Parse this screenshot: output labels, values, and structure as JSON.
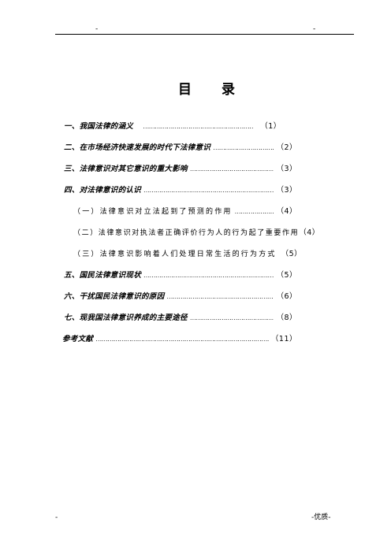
{
  "header": {
    "left_mark": "-",
    "right_mark": "-"
  },
  "title": {
    "char1": "目",
    "char2": "录"
  },
  "toc": [
    {
      "text": "一、我国法律的涵义",
      "page": "（1）"
    },
    {
      "text": "二、在市场经济快速发展的时代下法律意识",
      "page": "（2）"
    },
    {
      "text": "三、法律意识对其它意识的重大影响",
      "page": "（3）"
    },
    {
      "text": "四、对法律意识的认识",
      "page": "（3）"
    },
    {
      "text": "（一）法律意识对立法起到了预测的作用",
      "page": "（4）"
    },
    {
      "text": "（二）法律意识对执法者正确评价行为人的行为起了重要作用",
      "page": "（4）"
    },
    {
      "text": "（三）法律意识影响着人们处理日常生活的行为方式",
      "page": "（5）"
    },
    {
      "text": "五、国民法律意识现状",
      "page": "（5）"
    },
    {
      "text": "六、干扰国民法律意识的原因",
      "page": "（6）"
    },
    {
      "text": "七、现我国法律意识养成的主要途径",
      "page": "（8）"
    },
    {
      "text": "参考文献",
      "page": "（11）"
    }
  ],
  "footer": {
    "left_mark": "-",
    "right_mark": "-优质-"
  }
}
